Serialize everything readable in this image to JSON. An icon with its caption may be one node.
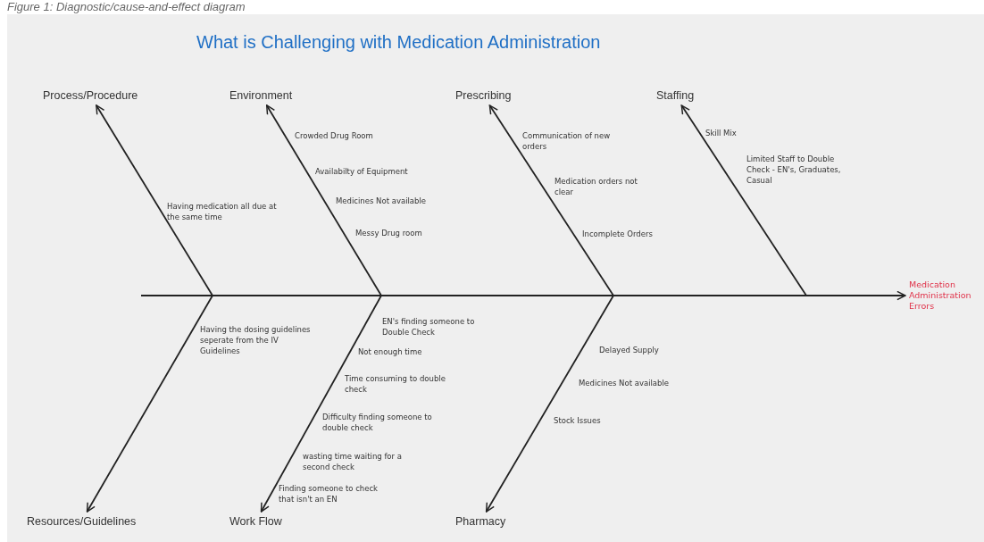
{
  "diagram": {
    "title": "What is Challenging with Medication Administration",
    "caption": "Figure 1: Diagnostic/cause-and-effect diagram",
    "nodes": [
      {
        "text": [
          "Process/Procedure"
        ]
      },
      {
        "text": [
          "Environment"
        ]
      },
      {
        "text": [
          "Prescribing"
        ]
      },
      {
        "text": [
          "Staffing"
        ]
      },
      {
        "text": [
          "Medication Administration Errors"
        ]
      },
      {
        "text": [
          "Resources/Guidelines"
        ]
      },
      {
        "text": [
          "Work Flow"
        ]
      },
      {
        "text": [
          "Pharmacy"
        ]
      }
    ],
    "edges": [
      {
        "from": null,
        "to": 4,
        "arrow": "to"
      },
      {
        "from": null,
        "to": 0,
        "arrow": "to"
      },
      {
        "from": null,
        "to": 1,
        "arrow": "to"
      },
      {
        "from": null,
        "to": 2,
        "arrow": "to"
      },
      {
        "from": null,
        "to": 3,
        "arrow": "to"
      },
      {
        "from": null,
        "to": 5,
        "arrow": "to"
      },
      {
        "from": null,
        "to": 6,
        "arrow": "to"
      },
      {
        "from": null,
        "to": 7,
        "arrow": "to"
      }
    ],
    "labels": [
      "Having medication all due at the same time",
      "Crowded Drug Room",
      "Availabilty of Equipment",
      "Medicines Not available",
      "Messy Drug room",
      "Communication of new orders",
      "Medication orders not clear",
      "Incomplete Orders",
      "Skill Mix",
      "Limited Staff to Double Check - EN's, Graduates, Casual",
      "Having the dosing guidelines seperate from the IV Guidelines",
      "EN's finding someone to Double Check",
      "Not enough time",
      "Time consuming to double check",
      "Difficulty finding someone to double check",
      "wasting time waiting for a second check",
      "Finding someone to check that isn't an EN",
      "Delayed Supply",
      "Medicines Not available",
      "Stock Issues"
    ]
  }
}
